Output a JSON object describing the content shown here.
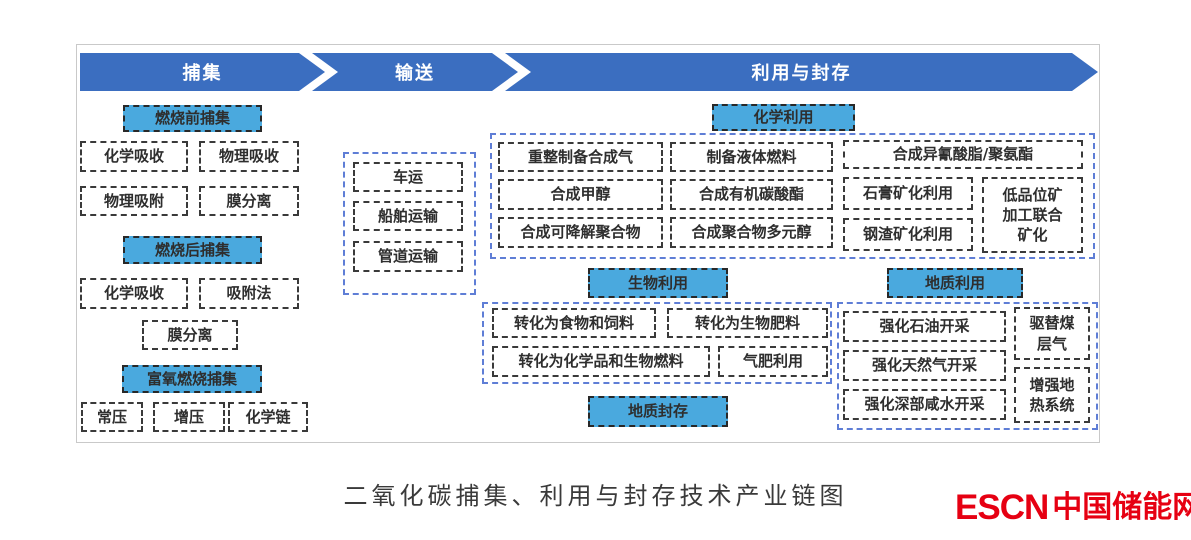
{
  "colors": {
    "arrow_blue": "#3b6ec0",
    "header_blue": "#4aa9de",
    "container_dash": "#5f7ed6",
    "box_border": "#3a3a3a",
    "panel_border": "#c9c9c9",
    "text_dark": "#2e2e2e",
    "logo_red": "#e60012"
  },
  "flow": {
    "stages": [
      "捕集",
      "输送",
      "利用与封存"
    ]
  },
  "capture": {
    "pre": {
      "header": "燃烧前捕集",
      "items": [
        "化学吸收",
        "物理吸收",
        "物理吸附",
        "膜分离"
      ]
    },
    "post": {
      "header": "燃烧后捕集",
      "items": [
        "化学吸收",
        "吸附法",
        "膜分离"
      ]
    },
    "oxy": {
      "header": "富氧燃烧捕集",
      "items": [
        "常压",
        "增压",
        "化学链"
      ]
    }
  },
  "transport": {
    "items": [
      "车运",
      "船舶运输",
      "管道运输"
    ]
  },
  "chemical": {
    "header": "化学利用",
    "col1": [
      "重整制备合成气",
      "合成甲醇",
      "合成可降解聚合物"
    ],
    "col2": [
      "制备液体燃料",
      "合成有机碳酸酯",
      "合成聚合物多元醇"
    ],
    "wide": "合成异氰酸脂/聚氨酯",
    "col3": [
      "石膏矿化利用",
      "钢渣矿化利用"
    ],
    "tall": "低品位矿加工联合矿化"
  },
  "bio": {
    "header": "生物利用",
    "row1": [
      "转化为食物和饲料",
      "转化为生物肥料"
    ],
    "row2": [
      "转化为化学品和生物燃料",
      "气肥利用"
    ]
  },
  "geo": {
    "header": "地质利用",
    "col1": [
      "强化石油开采",
      "强化天然气开采",
      "强化深部咸水开采"
    ],
    "col2": [
      "驱替煤层气",
      "增强地热系统"
    ]
  },
  "storage": {
    "header": "地质封存"
  },
  "caption": "二氧化碳捕集、利用与封存技术产业链图",
  "logo": {
    "abbr": "ESCN",
    "name": "中国储能网"
  }
}
